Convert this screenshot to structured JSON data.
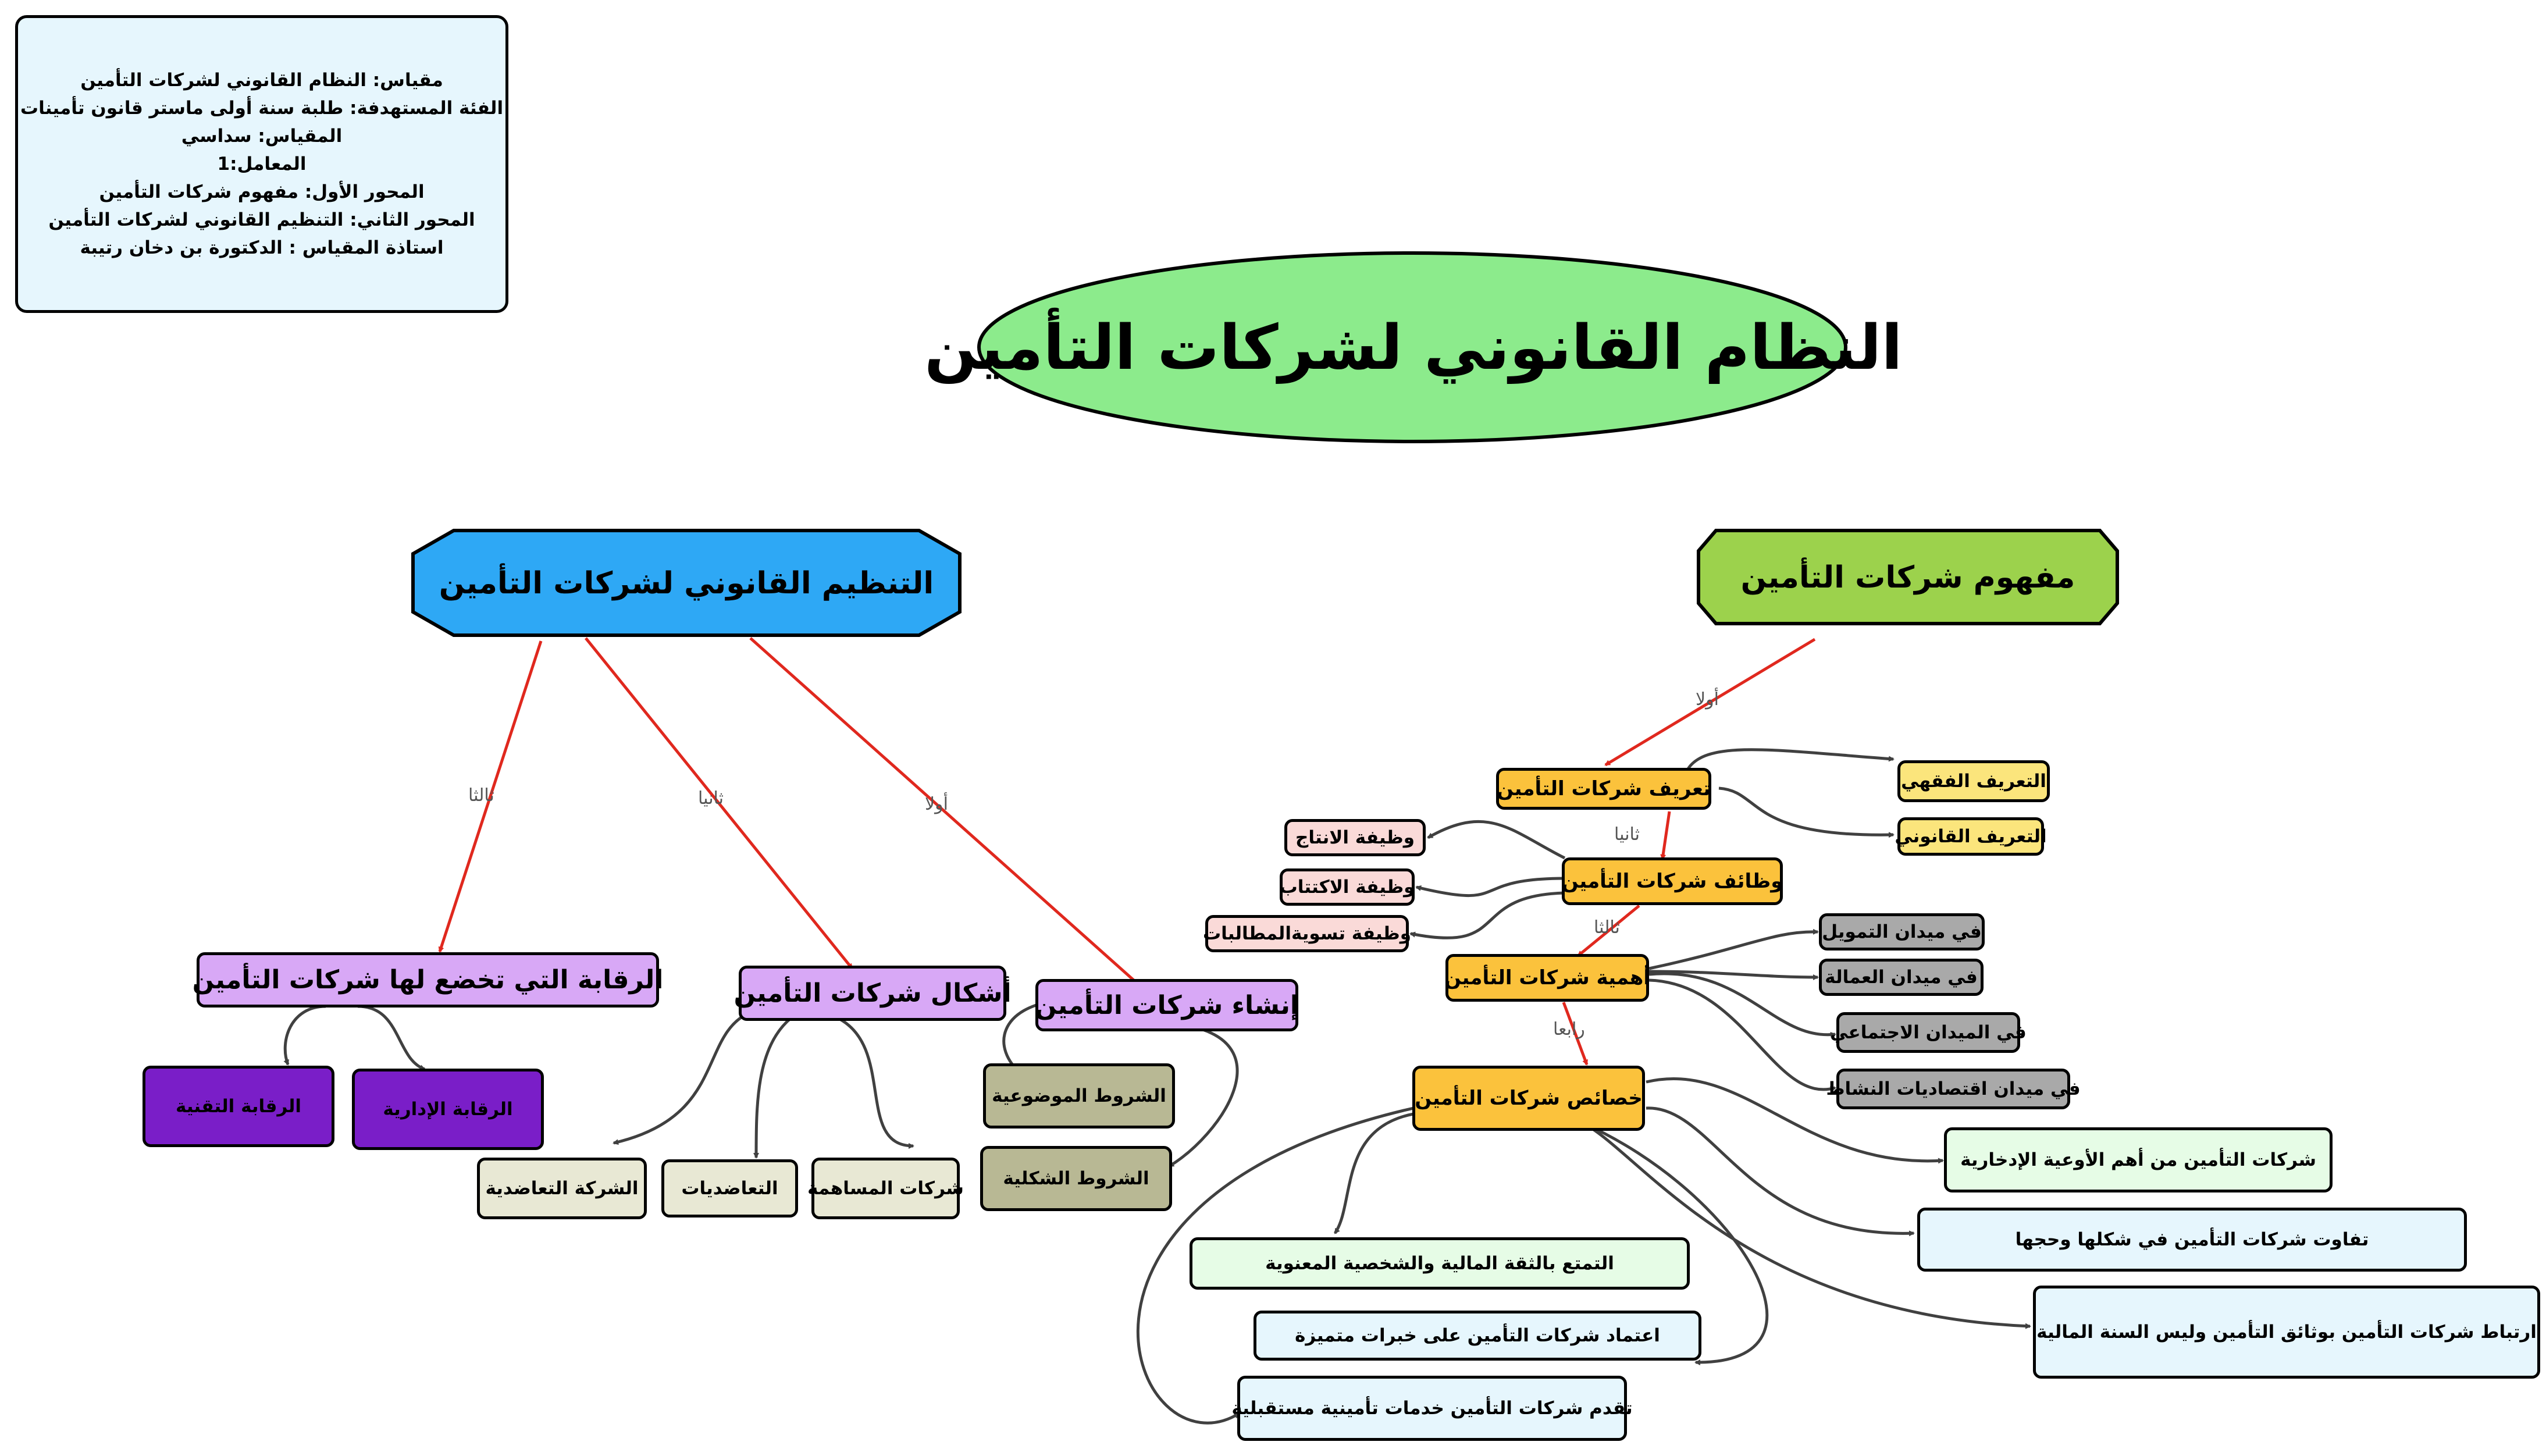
{
  "info_box": {
    "lines": [
      "مقياس: النظام القانوني لشركات التأمين",
      "الفئة المستهدفة: طلبة سنة أولى ماستر قانون تأمينات",
      "المقياس: سداسي",
      "المعامل:1",
      "المحور الأول: مفهوم شركات التأمين",
      "المحور الثاني: التنظيم القانوني لشركات التأمين",
      "استاذة المقياس : الدكتورة بن دخان رتيبة"
    ]
  },
  "root": {
    "label": "النظام القانوني لشركات التأمين",
    "color": "#8ceb8c"
  },
  "axis1": {
    "label": "مفهوم شركات التأمين",
    "color": "#9cd24c",
    "edge_labels": {
      "first": "أولا",
      "second": "ثانيا",
      "third": "ثالثا",
      "fourth": "رابعا"
    },
    "definition": {
      "label": "تعريف شركات التأمين",
      "children": [
        "التعريف الفقهي",
        "التعريف القانوني"
      ]
    },
    "functions": {
      "label": "وظائف شركات التأمين",
      "children": [
        "وظيفة الانتاج",
        "وظيفة الاكتتاب",
        "وظيفة تسويةالمطالبات"
      ]
    },
    "importance": {
      "label": "أهمية شركات التأمين",
      "children": [
        "في ميدان التمويل",
        "في ميدان العمالة",
        "في الميدان الاجتماعي",
        "في ميدان اقتصاديات النشاط"
      ]
    },
    "characteristics": {
      "label": "خصائص شركات التأمين",
      "children": [
        "شركات التأمين من أهم الأوعية الإدخارية",
        "تفاوت شركات التأمين في شكلها وحجها",
        "ارتباط شركات التأمين بوثائق التأمين وليس السنة المالية",
        "التمتع بالثقة المالية والشخصية المعنوية",
        "اعتماد شركات التأمين على خبرات متميزة",
        "تقدم شركات التأمين خدمات تأمينية مستقبلية"
      ]
    }
  },
  "axis2": {
    "label": "التنظيم القانوني لشركات التأمين",
    "color": "#2ea8f5",
    "edge_labels": {
      "first": "أولا",
      "second": "ثانيا",
      "third": "ثالثا"
    },
    "establishment": {
      "label": "إنشاء شركات التأمين",
      "children": [
        "الشروط الموضوعية",
        "الشروط الشكلية"
      ]
    },
    "forms": {
      "label": "أشكال شركات التأمين",
      "children": [
        "الشركة التعاضدية",
        "التعاضديات",
        "شركات المساهمة"
      ]
    },
    "supervision": {
      "label": "الرقابة التي تخضع لها شركات التأمين",
      "children": [
        "الرقابة التقنية",
        "الرقابة الإدارية"
      ]
    }
  },
  "colors": {
    "orange": "#fbc23c",
    "yellow": "#fbe57c",
    "pink": "#fadad8",
    "grey": "#a9a9a9",
    "light_green": "#e6fce6",
    "light_blue": "#e6f6fd",
    "purple": "#d8a8f6",
    "dark_purple": "#7a1ec8",
    "olive": "#b8b894",
    "beige": "#e8e8d4",
    "red_edge": "#e0281e",
    "dark_edge": "#404040"
  }
}
